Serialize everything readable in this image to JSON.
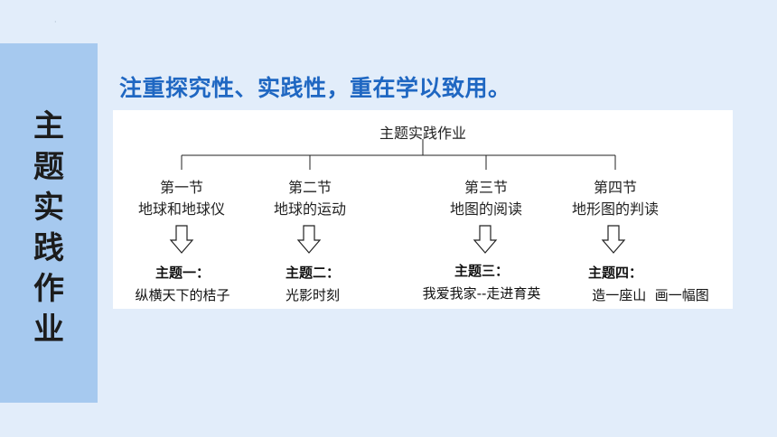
{
  "side_title": [
    "主",
    "题",
    "实",
    "践",
    "作",
    "业"
  ],
  "heading": "注重探究性、实践性，重在学以致用。",
  "diagram": {
    "root": "主题实践作业",
    "sections": [
      {
        "section": "第一节",
        "topic": "地球和地球仪",
        "theme_label": "主题一：",
        "theme_title": "纵横天下的桔子"
      },
      {
        "section": "第二节",
        "topic": "地球的运动",
        "theme_label": "主题二：",
        "theme_title": "光影时刻"
      },
      {
        "section": "第三节",
        "topic": "地图的阅读",
        "theme_label": "主题三：",
        "theme_title": "我爱我家--走进育英"
      },
      {
        "section": "第四节",
        "topic": "地形图的判读",
        "theme_label": "主题四：",
        "theme_title": "造一座山  画一幅图"
      }
    ]
  },
  "colors": {
    "accent": "#1f67c2",
    "side_panel": "#a6c9ef",
    "background": "#e2edfa"
  },
  "icons": [
    "down-arrow-icon"
  ]
}
